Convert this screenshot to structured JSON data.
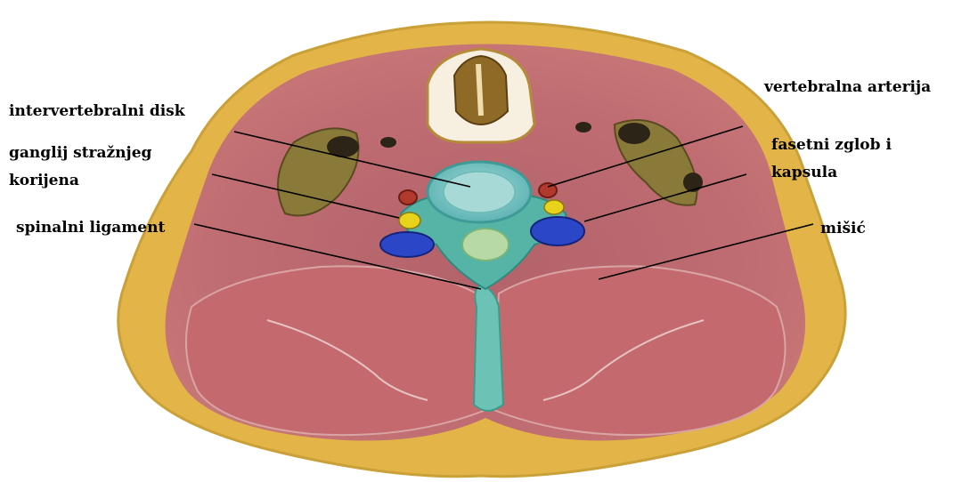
{
  "labels": {
    "intervertebral_disc": "intervertebralni disk",
    "dorsal_root_ganglion_line1": "ganglij stražnjeg",
    "dorsal_root_ganglion_line2": "korijena",
    "spinal_ligament": "spinalni ligament",
    "vertebral_artery": "vertebralna arterija",
    "facet_joint_line1": "fasetni zglob i",
    "facet_joint_line2": "kapsula",
    "muscle": "mišić"
  },
  "colors": {
    "skin_fat": "#e7b94a",
    "muscle": "#bd6b70",
    "ligament": "#6cc2b4",
    "disc": "#8fd2d2",
    "vertebral_artery": "#b23a2c",
    "ganglion": "#e9d21c",
    "facet_joint": "#2c46c8"
  }
}
